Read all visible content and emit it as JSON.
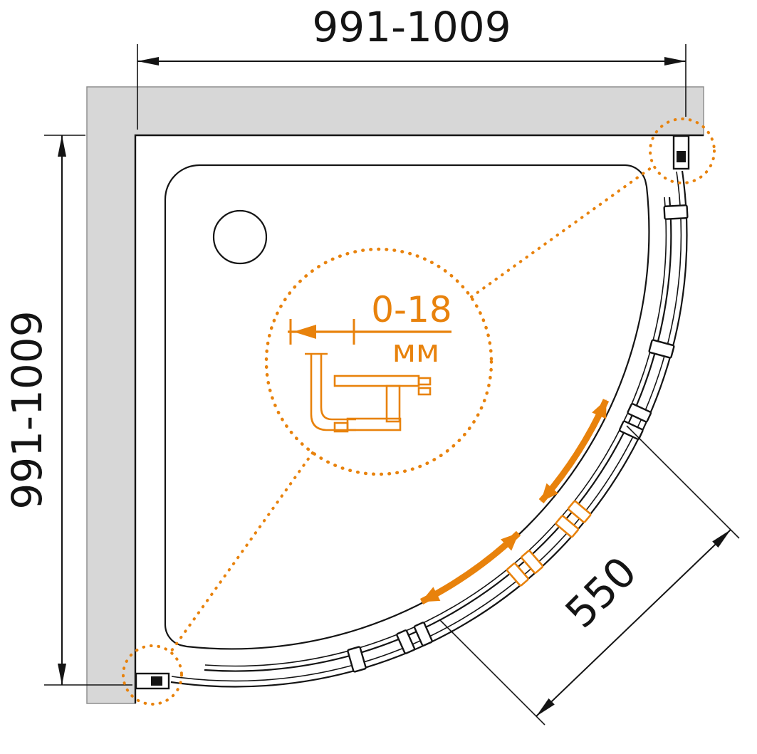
{
  "dimensions": {
    "top": "991-1009",
    "left": "991-1009",
    "diagonal": "550"
  },
  "detail": {
    "range": "0-18",
    "unit": "мм"
  },
  "colors": {
    "accent": "#e8820c",
    "wall_fill": "#d7d7d7",
    "line": "#141414"
  }
}
